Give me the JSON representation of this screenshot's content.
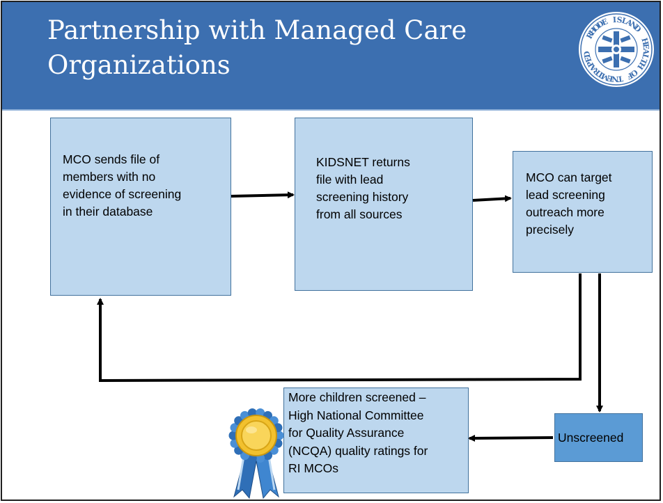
{
  "header": {
    "title_line1": "Partnership with Managed Care",
    "title_line2": "Organizations"
  },
  "seal": {
    "ring_text": "RHODE ISLAND DEPARTMENT OF HEALTH",
    "ring_letters": [
      "R",
      "H",
      "O",
      "D",
      "E",
      " ",
      "I",
      "S",
      "L",
      "A",
      "N",
      "D",
      " ",
      " ",
      "H",
      "E",
      "A",
      "L",
      "T",
      "H",
      " ",
      "O",
      "F",
      " ",
      "T",
      "N",
      "E",
      "M",
      "T",
      "R",
      "A",
      "P",
      "E",
      "D"
    ]
  },
  "flow": {
    "box1_lines": [
      "MCO sends file of",
      "members with no",
      "evidence of screening",
      "in their database"
    ],
    "box2_lines": [
      "KIDSNET returns",
      "file with lead",
      "screening history",
      "from all sources"
    ],
    "box3_lines": [
      "MCO can target",
      "lead screening",
      "outreach more",
      "precisely"
    ],
    "box4_label": "Unscreened",
    "box5_lines": [
      "More children screened –",
      "High National Committee",
      "for Quality Assurance",
      "(NCQA) quality ratings for",
      "RI MCOs"
    ]
  },
  "colors": {
    "header_bg": "#3c6fb0",
    "box_fill": "#bdd7ee",
    "box_border": "#41719c",
    "unscreened_fill": "#5b9bd5",
    "ribbon_gold": "#f2c12e",
    "ribbon_blue": "#2f6fb7"
  },
  "icons": {
    "seal": "rhode-island-health-seal-icon",
    "award": "award-ribbon-icon"
  }
}
